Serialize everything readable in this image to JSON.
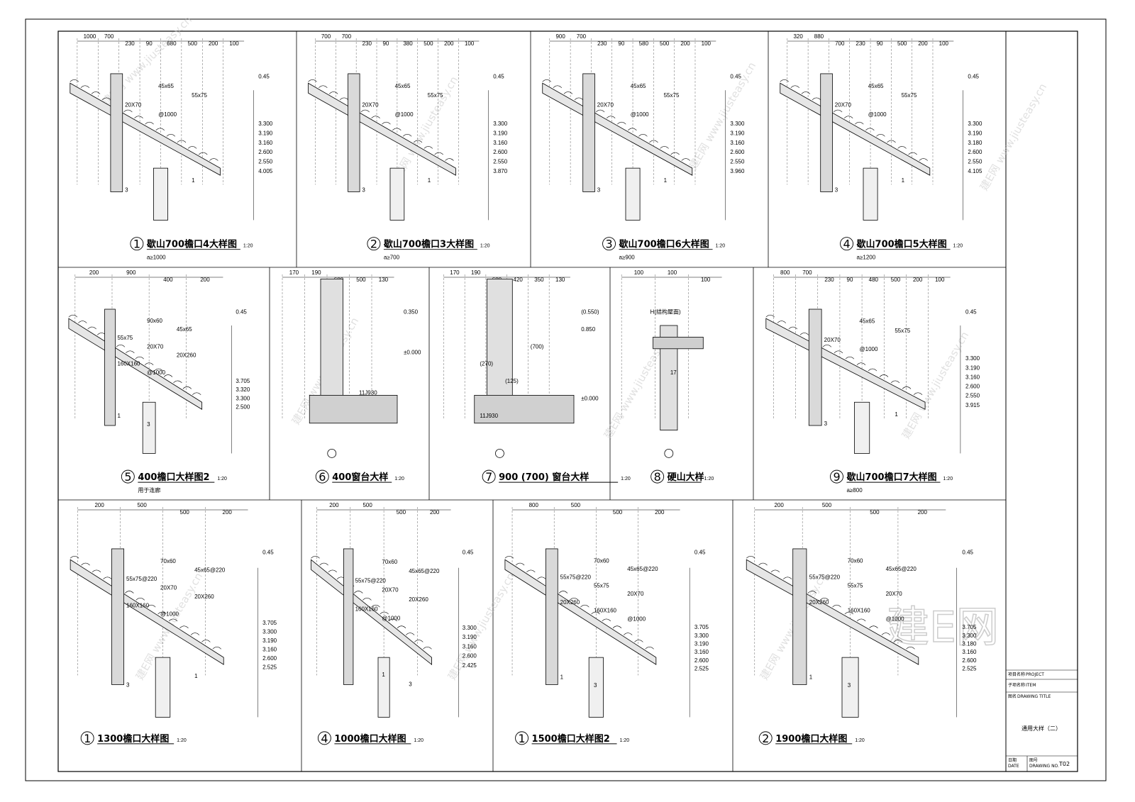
{
  "sheet": {
    "watermark_text": "建E网 www.jiusteasy.cn",
    "watermark_big": "建E网"
  },
  "title_block": {
    "project_label": "项目名称",
    "project_label_en": "PROJECT",
    "sub_label": "子项名称",
    "sub_label_en": "ITEM",
    "drawing_label": "图名",
    "drawing_label_en": "DRAWING TITLE",
    "drawing_title": "通用大样（二）",
    "date_label": "日期",
    "date_label_en": "DATE",
    "no_label": "图号",
    "no_label_en": "DRAWING NO.",
    "no_value": "T02"
  },
  "details": [
    {
      "num": "1",
      "title": "歇山700檐口4大样图",
      "scale": "1:20",
      "note": "a≥1000",
      "dims": [
        "1000",
        "700",
        "230",
        "90",
        "680",
        "500",
        "200",
        "100"
      ],
      "labels": [
        "0.45",
        "45x65",
        "55x75",
        "20X70",
        "@1000",
        "3.300",
        "3.190",
        "3.160",
        "2.600",
        "2.550",
        "4.005",
        "1",
        "3"
      ]
    },
    {
      "num": "2",
      "title": "歇山700檐口3大样图",
      "scale": "1:20",
      "note": "a≥700",
      "dims": [
        "700",
        "700",
        "230",
        "90",
        "380",
        "500",
        "200",
        "100"
      ],
      "labels": [
        "0.45",
        "45x65",
        "55x75",
        "20X70",
        "@1000",
        "3.300",
        "3.190",
        "3.160",
        "2.600",
        "2.550",
        "3.870",
        "1",
        "3"
      ]
    },
    {
      "num": "3",
      "title": "歇山700檐口6大样图",
      "scale": "1:20",
      "note": "a≥900",
      "dims": [
        "900",
        "700",
        "230",
        "90",
        "580",
        "500",
        "200",
        "100"
      ],
      "labels": [
        "0.45",
        "45x65",
        "55x75",
        "20X70",
        "@1000",
        "3.300",
        "3.190",
        "3.160",
        "2.600",
        "2.550",
        "3.960",
        "1",
        "3"
      ]
    },
    {
      "num": "4",
      "title": "歇山700檐口5大样图",
      "scale": "1:20",
      "note": "a≥1200",
      "dims": [
        "320",
        "880",
        "700",
        "230",
        "90",
        "500",
        "200",
        "100"
      ],
      "labels": [
        "0.45",
        "45x65",
        "55x75",
        "20X70",
        "@1000",
        "3.300",
        "3.190",
        "3.180",
        "2.600",
        "2.550",
        "4.105",
        "1",
        "3"
      ]
    },
    {
      "num": "5",
      "title": "400檐口大样图2",
      "scale": "1:20",
      "note": "用于连廊",
      "dims": [
        "200",
        "900",
        "400",
        "200"
      ],
      "labels": [
        "0.45",
        "90x60",
        "45x65",
        "55x75",
        "20X70",
        "20X260",
        "160X160",
        "@1000",
        "3.705",
        "3.320",
        "3.300",
        "2.500",
        "1",
        "3"
      ]
    },
    {
      "num": "6",
      "title": "400窗台大样",
      "scale": "1:20",
      "note": "",
      "dims": [
        "170",
        "190",
        "600",
        "500",
        "130"
      ],
      "labels": [
        "0.350",
        "±0.000",
        "11J930"
      ]
    },
    {
      "num": "7",
      "title": "900 (700) 窗台大样",
      "scale": "1:20",
      "note": "",
      "dims": [
        "170",
        "190",
        "600",
        "420",
        "350",
        "130"
      ],
      "labels": [
        "(0.550)",
        "0.850",
        "(700)",
        "(270)",
        "(125)",
        "±0.000",
        "11J930"
      ]
    },
    {
      "num": "8",
      "title": "硬山大样",
      "scale": "1:20",
      "note": "",
      "dims": [
        "100",
        "100",
        "100"
      ],
      "labels": [
        "H(结构屋面)",
        "17"
      ]
    },
    {
      "num": "9",
      "title": "歇山700檐口7大样图",
      "scale": "1:20",
      "note": "a≥800",
      "dims": [
        "800",
        "700",
        "230",
        "90",
        "480",
        "500",
        "200",
        "100"
      ],
      "labels": [
        "0.45",
        "45x65",
        "55x75",
        "20X70",
        "@1000",
        "3.300",
        "3.190",
        "3.160",
        "2.600",
        "2.550",
        "3.915",
        "1",
        "3"
      ]
    },
    {
      "num": "1",
      "title": "1300檐口大样图",
      "scale": "1:20",
      "note": "",
      "dims": [
        "200",
        "500",
        "500",
        "200"
      ],
      "labels": [
        "0.45",
        "70x60",
        "45x65@220",
        "55x75@220",
        "20X70",
        "20X260",
        "160X160",
        "@1000",
        "3.705",
        "3.300",
        "3.190",
        "3.160",
        "2.600",
        "2.525",
        "1",
        "3"
      ]
    },
    {
      "num": "4",
      "title": "1000檐口大样图",
      "scale": "1:20",
      "note": "",
      "dims": [
        "200",
        "500",
        "500",
        "200"
      ],
      "labels": [
        "0.45",
        "70x60",
        "45x65@220",
        "55x75@220",
        "20X70",
        "20X260",
        "160X160",
        "@1000",
        "3.300",
        "3.190",
        "3.160",
        "2.600",
        "2.425",
        "1",
        "3"
      ]
    },
    {
      "num": "1",
      "title": "1500檐口大样图2",
      "scale": "1:20",
      "note": "",
      "dims": [
        "800",
        "500",
        "500",
        "200"
      ],
      "labels": [
        "0.45",
        "70x60",
        "45x65@220",
        "55x75@220",
        "55x75",
        "20X70",
        "20X260",
        "160X160",
        "@1000",
        "3.705",
        "3.300",
        "3.190",
        "3.160",
        "2.600",
        "2.525",
        "1",
        "3"
      ]
    },
    {
      "num": "2",
      "title": "1900檐口大样图",
      "scale": "1:20",
      "note": "",
      "dims": [
        "200",
        "500",
        "500",
        "200"
      ],
      "labels": [
        "0.45",
        "70x60",
        "45x65@220",
        "55x75@220",
        "55x75",
        "20X70",
        "20X260",
        "160X160",
        "@1000",
        "3.705",
        "3.300",
        "3.180",
        "3.160",
        "2.600",
        "2.525",
        "1",
        "3"
      ]
    }
  ]
}
